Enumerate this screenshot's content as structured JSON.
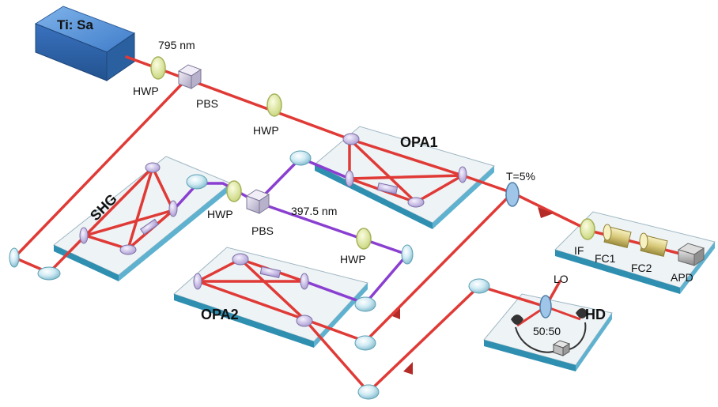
{
  "labels": {
    "laser": "Ti: Sa",
    "wavelength_ir": "795 nm",
    "wavelength_uv": "397.5 nm",
    "hwp": "HWP",
    "pbs": "PBS",
    "shg": "SHG",
    "opa1": "OPA1",
    "opa2": "OPA2",
    "transmission": "T=5%",
    "if": "IF",
    "fc1": "FC1",
    "fc2": "FC2",
    "apd": "APD",
    "lo": "LO",
    "hd": "HD",
    "splitter": "50:50"
  },
  "colors": {
    "red_beam": "#e03a36",
    "violet_beam": "#8a3fd0",
    "laser_box": "#3a78c8",
    "table_top": "#eef3f6",
    "table_edge": "#3d9fbf",
    "mirror": "#bfe4ef",
    "crystal": "#d8d0ef",
    "waveplate": "#e9f0b8"
  }
}
